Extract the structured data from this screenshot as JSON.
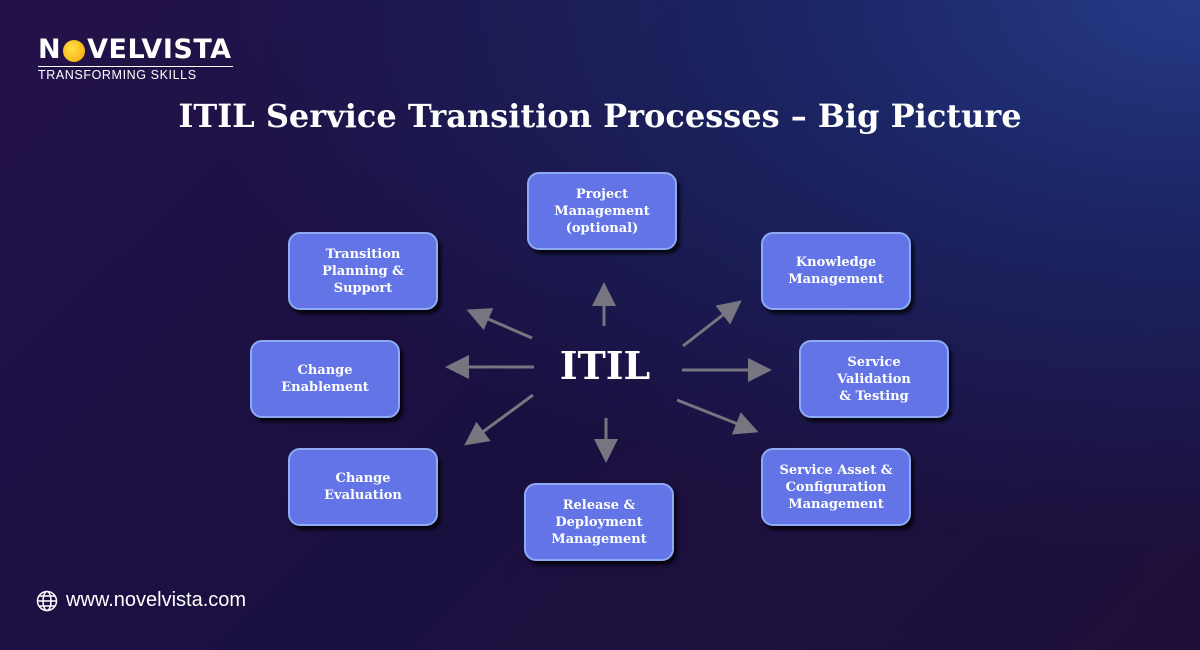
{
  "logo": {
    "brand_before": "N",
    "brand_after": "VELVISTA",
    "tagline": "TRANSFORMING SKILLS"
  },
  "title": "ITIL Service Transition Processes – Big Picture",
  "center": "ITIL",
  "processes": [
    {
      "label": "Project\nManagement\n(optional)"
    },
    {
      "label": "Transition\nPlanning &\nSupport"
    },
    {
      "label": "Knowledge\nManagement"
    },
    {
      "label": "Change\nEnablement"
    },
    {
      "label": "Service Validation\n& Testing"
    },
    {
      "label": "Change\nEvaluation"
    },
    {
      "label": "Release &\nDeployment\nManagement"
    },
    {
      "label": "Service Asset &\nConfiguration\nManagement"
    }
  ],
  "footer": {
    "url": "www.novelvista.com",
    "icon": "globe-icon"
  },
  "colors": {
    "box": "#6375e6",
    "box_border": "#8eaaf2",
    "arrow": "#77757f"
  }
}
